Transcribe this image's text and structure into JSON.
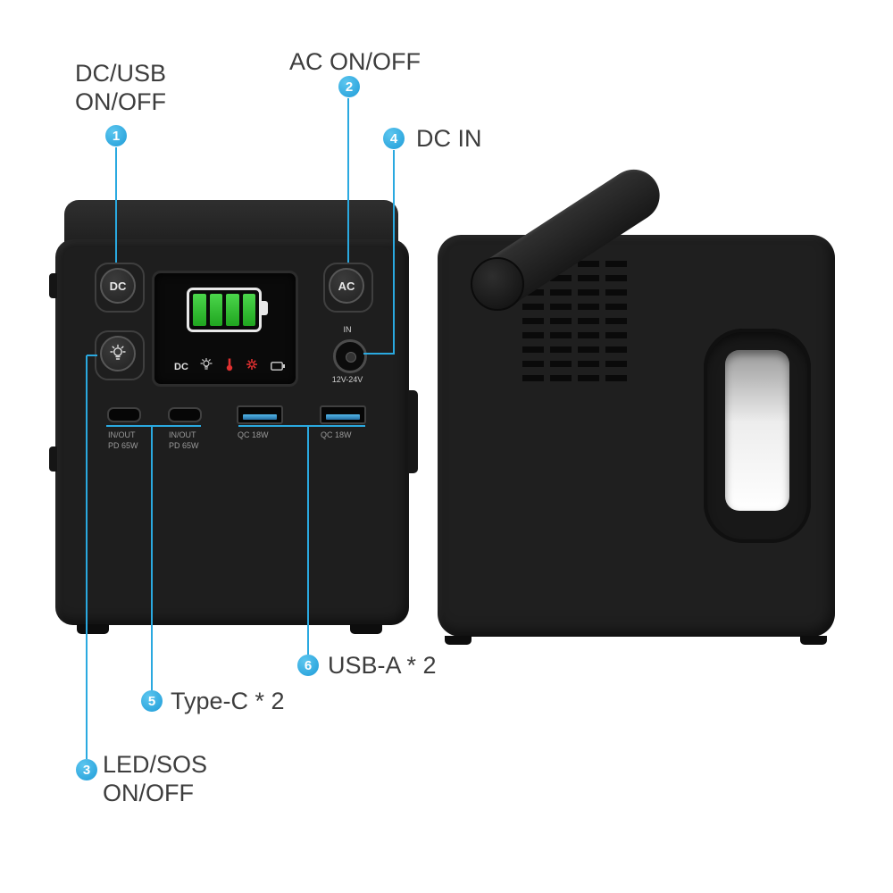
{
  "colors": {
    "accent_blue": "#2aa9e0",
    "device_black": "#1e1e1e",
    "battery_green": "#2fc42f",
    "alert_red": "#e03030",
    "usb_blue": "#3f9fd8"
  },
  "callout1": {
    "num": "1",
    "line1": "DC/USB",
    "line2": "ON/OFF"
  },
  "callout2": {
    "num": "2",
    "label": "AC ON/OFF"
  },
  "callout3": {
    "num": "3",
    "line1": "LED/SOS",
    "line2": "ON/OFF"
  },
  "callout4": {
    "num": "4",
    "label": "DC IN"
  },
  "callout5": {
    "num": "5",
    "label": "Type-C * 2"
  },
  "callout6": {
    "num": "6",
    "label": "USB-A * 2"
  },
  "front": {
    "dc_button": "DC",
    "ac_button": "AC",
    "display": {
      "dc_icon": "DC",
      "battery_bars": 4,
      "icons": [
        "dc-label",
        "bulb-icon",
        "thermometer-icon",
        "fan-icon",
        "battery-icon"
      ]
    },
    "dcin": {
      "top": "IN",
      "bottom": "12V-24V"
    },
    "typec1": {
      "line1": "IN/OUT",
      "line2": "PD 65W"
    },
    "typec2": {
      "line1": "IN/OUT",
      "line2": "PD 65W"
    },
    "usb1": {
      "label": "QC 18W"
    },
    "usb2": {
      "label": "QC 18W"
    },
    "light_button_icon": "bulb-icon"
  }
}
